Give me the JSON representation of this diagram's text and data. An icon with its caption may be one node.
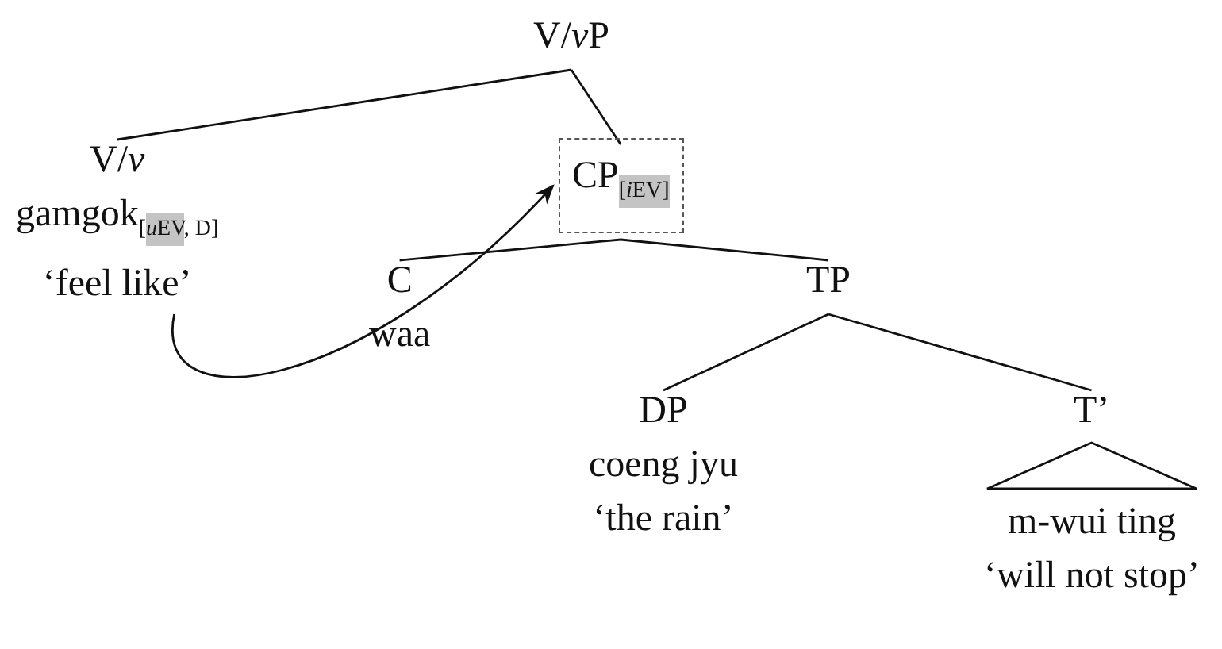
{
  "diagram": {
    "nodes": [
      {
        "text": [
          "V/νP"
        ]
      },
      {
        "text": [
          "V/ν",
          "gamgok$_{[uEV, D]}$",
          "‘feel like’"
        ]
      },
      {
        "text": [
          "CP$_{[iEV]}$"
        ]
      },
      {
        "text": [
          "C",
          "waa"
        ]
      },
      {
        "text": [
          "TP"
        ]
      },
      {
        "text": [
          "DP",
          "coeng jyu",
          "‘the rain’"
        ]
      },
      {
        "text": [
          "T’"
        ]
      },
      {
        "text": [
          "m-wui ting",
          "‘will not stop’"
        ]
      }
    ],
    "edges": [
      {
        "from": 0,
        "to": 1,
        "arrow": "none"
      },
      {
        "from": 0,
        "to": 2,
        "arrow": "none"
      },
      {
        "from": 2,
        "to": 3,
        "arrow": "none"
      },
      {
        "from": 2,
        "to": 4,
        "arrow": "none"
      },
      {
        "from": 4,
        "to": 5,
        "arrow": "none"
      },
      {
        "from": 4,
        "to": 6,
        "arrow": "none"
      },
      {
        "from": 6,
        "to": 7,
        "arrow": "none"
      },
      {
        "from": 1,
        "to": 2,
        "arrow": "to"
      }
    ]
  }
}
